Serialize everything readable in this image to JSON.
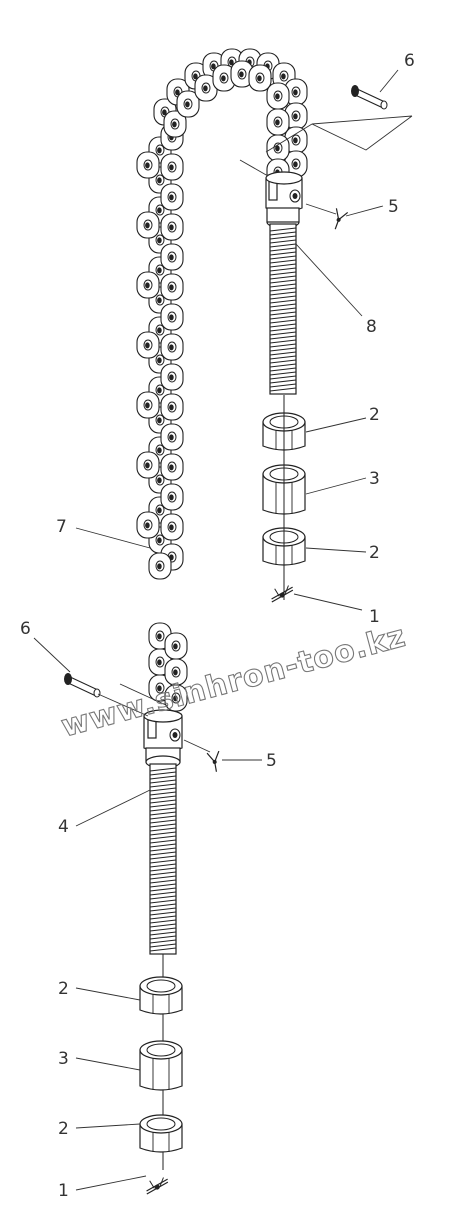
{
  "diagram": {
    "callouts": {
      "c1": "6",
      "c2": "5",
      "c3": "8",
      "c4": "2",
      "c5": "3",
      "c6": "2",
      "c7": "1",
      "c8": "7",
      "c9": "6",
      "c10": "5",
      "c11": "4",
      "c12": "2",
      "c13": "3",
      "c14": "2",
      "c15": "1"
    },
    "watermark": "www.sinhron-too.kz"
  }
}
